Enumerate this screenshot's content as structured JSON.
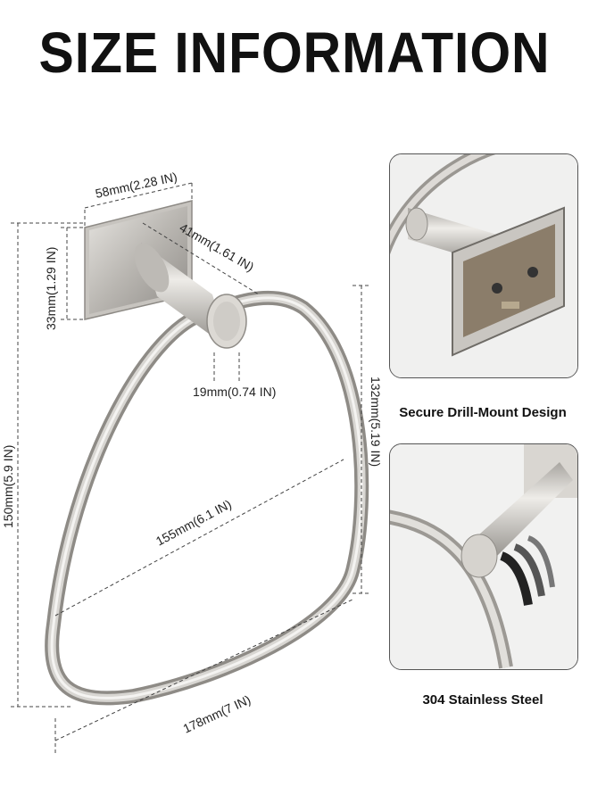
{
  "title": "SIZE INFORMATION",
  "dimensions": {
    "base_width": "58mm(2.28 IN)",
    "base_height": "33mm(1.29 IN)",
    "post_length": "41mm(1.61 IN)",
    "post_diameter": "19mm(0.74 IN)",
    "total_height": "150mm(5.9 IN)",
    "ring_height": "132mm(5.19 IN)",
    "inner_width": "155mm(6.1 IN)",
    "outer_width": "178mm(7 IN)"
  },
  "captions": {
    "top": "Secure Drill-Mount Design",
    "bottom": "304 Stainless Steel"
  }
}
